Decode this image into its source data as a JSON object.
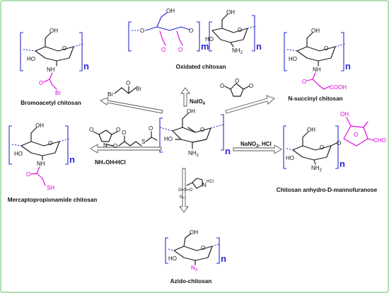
{
  "captions": {
    "oxidated": "Oxidated chitosan",
    "bromoacetyl": "Bromoacetyl chitosan",
    "succinyl": "N-succinyl chitosan",
    "mercapto": "Mercaptopropionamide chitosan",
    "anhydro": "Chitosan anhydro-D-mannofuranose",
    "azido": "Azido-chitosan"
  },
  "reagents": {
    "periodate": "NaIO",
    "periodate_sub": "4",
    "nitrous": "NaNO",
    "nitrous_sub": "2",
    "nitrous_tail": ", HCl",
    "hydroxylamine": "NH₂OH•HCl",
    "imidazole_hcl": "HCl",
    "sulfonyl": "O=S=O",
    "azide": "N₃"
  },
  "atoms": {
    "oh": "OH",
    "ho": "HO",
    "nh2": "NH",
    "nh2_sub": "2",
    "nh": "NH",
    "o": "O",
    "br": "Br",
    "sh": "SH",
    "s": "S",
    "n": "N",
    "cooh": "COOH",
    "cho": "CHO",
    "n3": "N",
    "n3_sub": "3"
  },
  "repeat": {
    "n": "n",
    "m": "m"
  },
  "colors": {
    "frame": "#7fcf7f",
    "backbone": "#2a2ad0",
    "modification": "#e000e0"
  }
}
